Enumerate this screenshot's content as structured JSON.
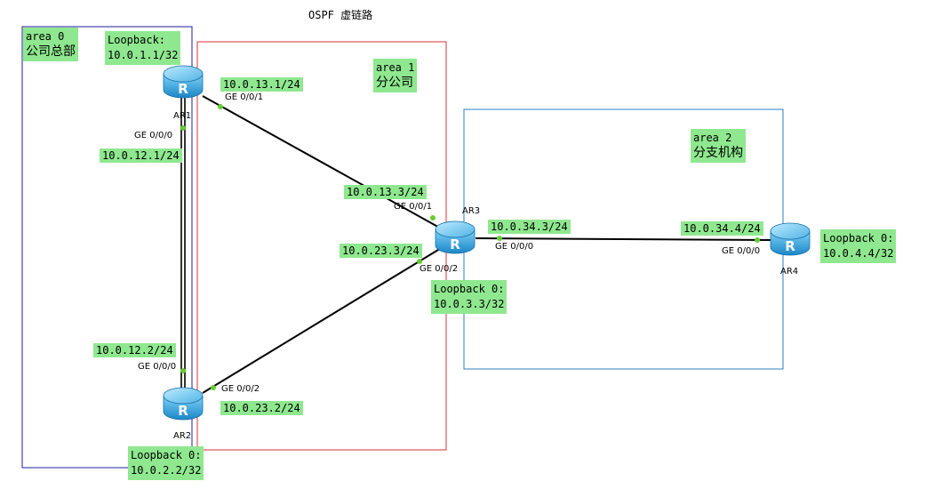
{
  "diagram": {
    "title": "OSPF 虚链路",
    "areas": [
      {
        "id": "area0",
        "line1": "area 0",
        "line2": "公司总部",
        "color": "#1c1c9a"
      },
      {
        "id": "area1",
        "line1": "area 1",
        "line2": "分公司",
        "color": "#d9303a"
      },
      {
        "id": "area2",
        "line1": "area 2",
        "line2": "分支机构",
        "color": "#2d7fc3"
      }
    ],
    "routers": [
      {
        "id": "AR1",
        "label": "AR1"
      },
      {
        "id": "AR2",
        "label": "AR2"
      },
      {
        "id": "AR3",
        "label": "AR3"
      },
      {
        "id": "AR4",
        "label": "AR4"
      }
    ],
    "loopbacks": [
      {
        "router": "AR1",
        "line1": "Loopback:",
        "line2": "10.0.1.1/32"
      },
      {
        "router": "AR2",
        "line1": "Loopback 0:",
        "line2": "10.0.2.2/32"
      },
      {
        "router": "AR3",
        "line1": "Loopback 0:",
        "line2": "10.0.3.3/32"
      },
      {
        "router": "AR4",
        "line1": "Loopback 0:",
        "line2": "10.0.4.4/32"
      }
    ],
    "links": [
      {
        "id": "ar1-ar2",
        "a_ip": "10.0.12.1/24",
        "a_port": "GE 0/0/0",
        "b_ip": "10.0.12.2/24",
        "b_port": "GE 0/0/0"
      },
      {
        "id": "ar1-ar3",
        "a_ip": "10.0.13.1/24",
        "a_port": "GE 0/0/1",
        "b_ip": "10.0.13.3/24",
        "b_port": "GE 0/0/1"
      },
      {
        "id": "ar2-ar3",
        "a_ip": "10.0.23.2/24",
        "a_port": "GE 0/0/2",
        "b_ip": "10.0.23.3/24",
        "b_port": "GE 0/0/2"
      },
      {
        "id": "ar3-ar4",
        "a_ip": "10.0.34.3/24",
        "a_port": "GE 0/0/0",
        "b_ip": "10.0.34.4/24",
        "b_port": "GE 0/0/0"
      }
    ],
    "colors": {
      "label_bg": "#8fe88f",
      "link": "#000000",
      "port_dot": "#66cc33",
      "router_body": "#2f9fd8"
    }
  }
}
